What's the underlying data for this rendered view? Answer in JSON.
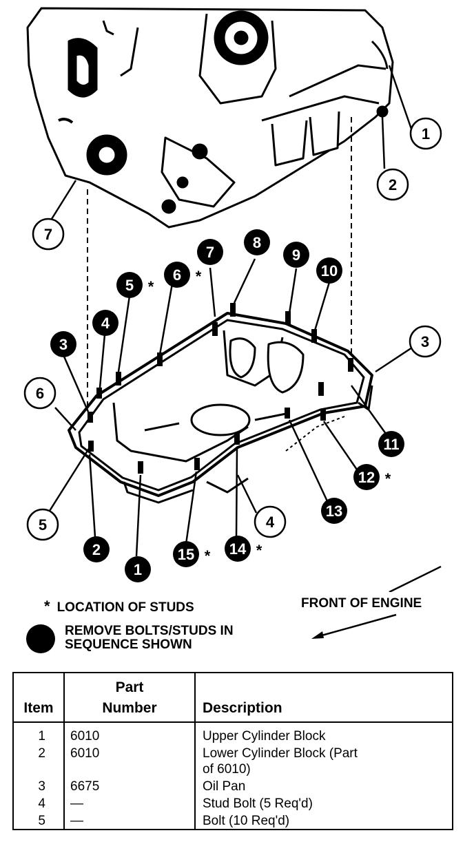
{
  "diagram": {
    "white_callouts": [
      {
        "id": "w1",
        "label": "1"
      },
      {
        "id": "w2",
        "label": "2"
      },
      {
        "id": "w7",
        "label": "7"
      },
      {
        "id": "w3",
        "label": "3"
      },
      {
        "id": "w6",
        "label": "6"
      },
      {
        "id": "w5",
        "label": "5"
      },
      {
        "id": "w4",
        "label": "4"
      }
    ],
    "black_callouts": [
      {
        "id": "b7",
        "label": "7",
        "stud": false
      },
      {
        "id": "b8",
        "label": "8",
        "stud": false
      },
      {
        "id": "b9",
        "label": "9",
        "stud": false
      },
      {
        "id": "b10",
        "label": "10",
        "stud": false
      },
      {
        "id": "b6",
        "label": "6",
        "stud": true
      },
      {
        "id": "b5",
        "label": "5",
        "stud": true
      },
      {
        "id": "b4",
        "label": "4",
        "stud": false
      },
      {
        "id": "b3",
        "label": "3",
        "stud": false
      },
      {
        "id": "b11",
        "label": "11",
        "stud": false
      },
      {
        "id": "b12",
        "label": "12",
        "stud": true
      },
      {
        "id": "b13",
        "label": "13",
        "stud": false
      },
      {
        "id": "b2",
        "label": "2",
        "stud": false
      },
      {
        "id": "b1",
        "label": "1",
        "stud": false
      },
      {
        "id": "b15",
        "label": "15",
        "stud": true
      },
      {
        "id": "b14",
        "label": "14",
        "stud": true
      }
    ],
    "star_symbol": "*"
  },
  "legend": {
    "star": "*",
    "studs_text": "LOCATION OF STUDS",
    "sequence_line1": "REMOVE BOLTS/STUDS IN",
    "sequence_line2": "SEQUENCE SHOWN",
    "front_of_engine": "FRONT OF ENGINE"
  },
  "table": {
    "headers": {
      "item": "Item",
      "part_line1": "Part",
      "part_line2": "Number",
      "description": "Description"
    },
    "rows": [
      {
        "item": "1",
        "part": "6010",
        "desc1": "Upper Cylinder Block",
        "desc2": ""
      },
      {
        "item": "2",
        "part": "6010",
        "desc1": "Lower Cylinder Block (Part",
        "desc2": "of 6010)"
      },
      {
        "item": "3",
        "part": "6675",
        "desc1": "Oil Pan",
        "desc2": ""
      },
      {
        "item": "4",
        "part": "—",
        "desc1": "Stud Bolt (5 Req'd)",
        "desc2": ""
      },
      {
        "item": "5",
        "part": "—",
        "desc1": "Bolt (10 Req'd)",
        "desc2": ""
      }
    ]
  }
}
